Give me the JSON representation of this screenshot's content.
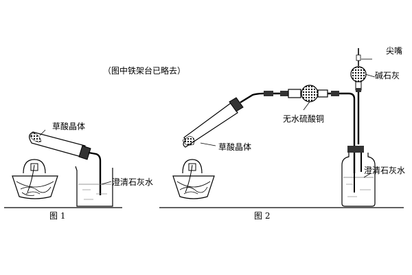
{
  "note": "（图中铁架台已略去）",
  "figure1": {
    "caption": "图 1",
    "label_oxalic": "草酸晶体",
    "label_limewater": "澄清石灰水"
  },
  "figure2": {
    "caption": "图 2",
    "label_oxalic": "草酸晶体",
    "label_cuso4": "无水硫酸铜",
    "label_tip": "尖嘴",
    "label_sodalime": "碱石灰",
    "label_limewater": "澄清石灰水"
  },
  "colors": {
    "line": "#000000",
    "stopper": "#333333",
    "water": "#777777",
    "granules": "#111111"
  }
}
